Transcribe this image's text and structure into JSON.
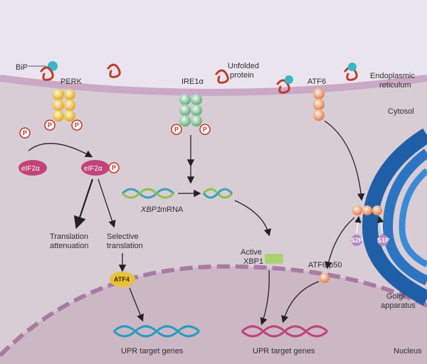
{
  "labels": {
    "bip": "BiP",
    "perk": "PERK",
    "unfolded_protein_line1": "Unfolded",
    "unfolded_protein_line2": "protein",
    "ire1": "IRE1α",
    "atf6": "ATF6",
    "er_line1": "Endoplasmic",
    "er_line2": "reticulum",
    "cytosol": "Cytosol",
    "phospho": "P",
    "eif2a": "eIF2α",
    "xbp1_mrna_gene": "XBP1",
    "xbp1_mrna_suffix": " mRNA",
    "translation_attenuation_line1": "Translation",
    "translation_attenuation_line2": "attenuation",
    "selective_translation_line1": "Selective",
    "selective_translation_line2": "translation",
    "atf4": "ATF4",
    "active_xbp1_line1": "Active",
    "active_xbp1_line2": "XBP1",
    "atf6_p50": "ATF6 p50",
    "s2p": "S2P",
    "s1p": "S1P",
    "golgi_line1": "Golgi",
    "golgi_line2": "apparatus",
    "upr_target_genes_left": "UPR target genes",
    "upr_target_genes_right": "UPR target genes",
    "nucleus": "Nucleus"
  },
  "colors": {
    "er_lumen": "#e7e2ec",
    "cytosol": "#d9cdd6",
    "membrane": "#c6a9c4",
    "nucleus": "#cbb8c4",
    "unfolded_protein": "#c0392b",
    "bip": "#39b7c9",
    "perk_beads": "#f2c94c",
    "ire1_beads": "#a8dcb8",
    "atf6_beads": "#f0a97a",
    "golgi": "#1e5fa8",
    "eif2a": "#c2437a",
    "atf4": "#e8c23a",
    "active_xbp1": "#a9d36c",
    "dna_left": "#2a9ac2",
    "dna_right": "#c2437a"
  }
}
